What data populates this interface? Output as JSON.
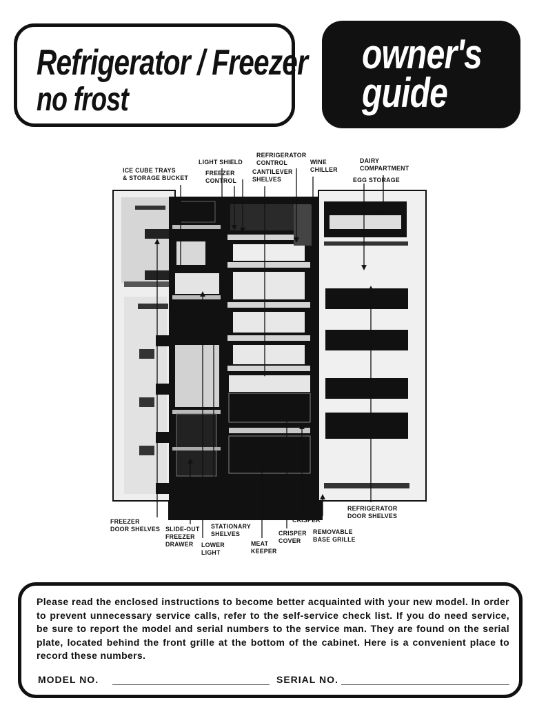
{
  "header": {
    "title_line1": "Refrigerator / Freezer",
    "title_line2": "no frost",
    "guide_line1": "owner's",
    "guide_line2": "guide"
  },
  "diagram": {
    "labels": {
      "ice_cube_trays": "ICE CUBE TRAYS\n& STORAGE BUCKET",
      "light_shield": "LIGHT SHIELD",
      "freezer_control": "FREEZER\nCONTROL",
      "refrigerator_control": "REFRIGERATOR\nCONTROL",
      "cantilever_shelves": "CANTILEVER\nSHELVES",
      "wine_chiller": "WINE\nCHILLER",
      "dairy_compartment": "DAIRY\nCOMPARTMENT",
      "egg_storage": "EGG STORAGE",
      "freezer_door_shelves": "FREEZER\nDOOR SHELVES",
      "slide_out_drawer": "SLIDE-OUT\nFREEZER\nDRAWER",
      "lower_light": "LOWER\nLIGHT",
      "stationary_shelves": "STATIONARY\nSHELVES",
      "meat_keeper": "MEAT\nKEEPER",
      "crisper_cover": "CRISPER\nCOVER",
      "crisper": "CRISPER",
      "removable_base_grille": "REMOVABLE\nBASE GRILLE",
      "refrigerator_door_shelves": "REFRIGERATOR\nDOOR SHELVES"
    }
  },
  "notice": {
    "text": "Please read the enclosed instructions to become better acquainted with your new model. In order to prevent unnecessary service calls, refer to the self-service check list. If you do need service, be sure to report the model and serial numbers to the service man. They are found on the serial plate, located behind the front grille at the bottom of the cabinet. Here is a convenient place to record these numbers.",
    "model_label": "MODEL NO.",
    "serial_label": "SERIAL NO."
  }
}
